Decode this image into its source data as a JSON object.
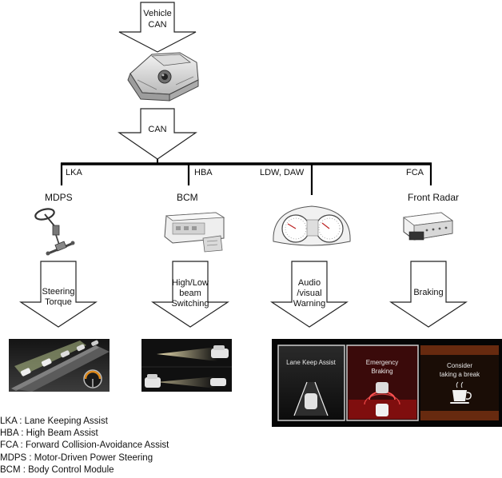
{
  "top_arrow": {
    "line1": "Vehicle",
    "line2": "CAN"
  },
  "can_arrow": {
    "label": "CAN"
  },
  "bus": {
    "taps": [
      {
        "label": "LKA"
      },
      {
        "label": "HBA"
      },
      {
        "label": "LDW, DAW"
      },
      {
        "label": "FCA"
      }
    ]
  },
  "modules": [
    {
      "label": "MDPS"
    },
    {
      "label": "BCM"
    },
    {
      "label": "Front Radar"
    }
  ],
  "actions": [
    {
      "lines": [
        "Steering",
        "Torque"
      ]
    },
    {
      "lines": [
        "High/Low",
        "beam",
        "Switching"
      ]
    },
    {
      "lines": [
        "Audio",
        "/visual",
        "Warning"
      ]
    },
    {
      "lines": [
        "Braking"
      ]
    }
  ],
  "cluster_screens": [
    {
      "lines": [
        "Lane Keep Assist"
      ]
    },
    {
      "lines": [
        "Emergency",
        "Braking"
      ]
    },
    {
      "lines": [
        "Consider",
        "taking a break"
      ]
    }
  ],
  "legend": [
    "LKA : Lane Keeping Assist",
    "HBA : High Beam Assist",
    "FCA : Forward Collision-Avoidance Assist",
    "MDPS : Motor-Driven Power Steering",
    "BCM : Body Control Module"
  ]
}
